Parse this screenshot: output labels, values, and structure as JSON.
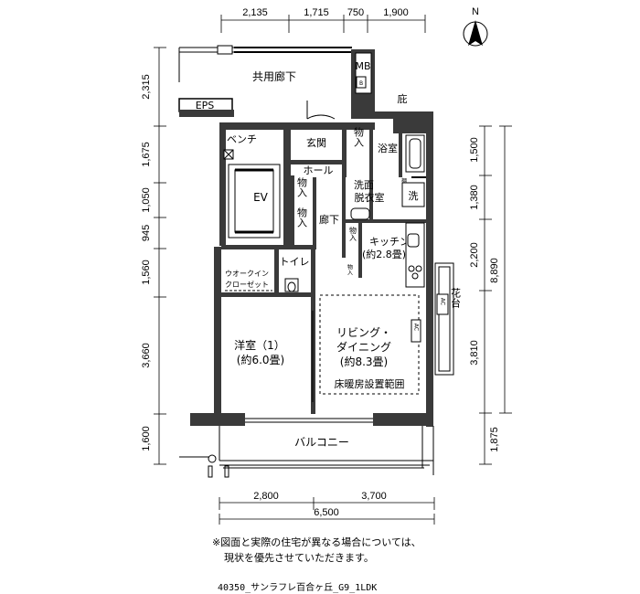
{
  "dimensions": {
    "top": [
      "2,135",
      "1,715",
      "750",
      "1,900"
    ],
    "left": [
      "2,315",
      "1,675",
      "1,050",
      "945",
      "1,560",
      "3,660",
      "1,600"
    ],
    "right_inner": [
      "1,500",
      "1,380",
      "2,200",
      "3,810",
      "1,875"
    ],
    "right_total": "8,890",
    "bottom": [
      "2,800",
      "3,700"
    ],
    "bottom_total": "6,500"
  },
  "north_label": "N",
  "rooms": {
    "corridor": "共用廊下",
    "mb": "MB",
    "mb_b": "B",
    "niwa": "庇",
    "eps": "EPS",
    "bench": "ベンチ",
    "genkan": "玄関",
    "monoire": "物入",
    "bath": "浴室",
    "hall": "ホール",
    "tana": "棚",
    "ev": "EV",
    "senmen_1": "洗面",
    "senmen_2": "脱衣室",
    "sen": "洗",
    "rouka": "廊下",
    "kitchen_1": "キッチン",
    "kitchen_2": "(約2.8畳)",
    "walkin_1": "ウオークイン",
    "walkin_2": "クローゼット",
    "toilet": "トイレ",
    "yoshitsu_1": "洋室（1）",
    "yoshitsu_2": "(約6.0畳)",
    "living_1": "リビング・",
    "living_2": "ダイニング",
    "living_3": "(約8.3畳)",
    "floor_heating": "床暖房設置範囲",
    "ac": "AC",
    "kadai": "花台",
    "balcony": "バルコニー"
  },
  "note_line1": "※図面と実際の住宅が異なる場合については、",
  "note_line2": "現状を優先させていただきます。",
  "caption": "40350_サンラフレ百合ヶ丘_G9_1LDK"
}
